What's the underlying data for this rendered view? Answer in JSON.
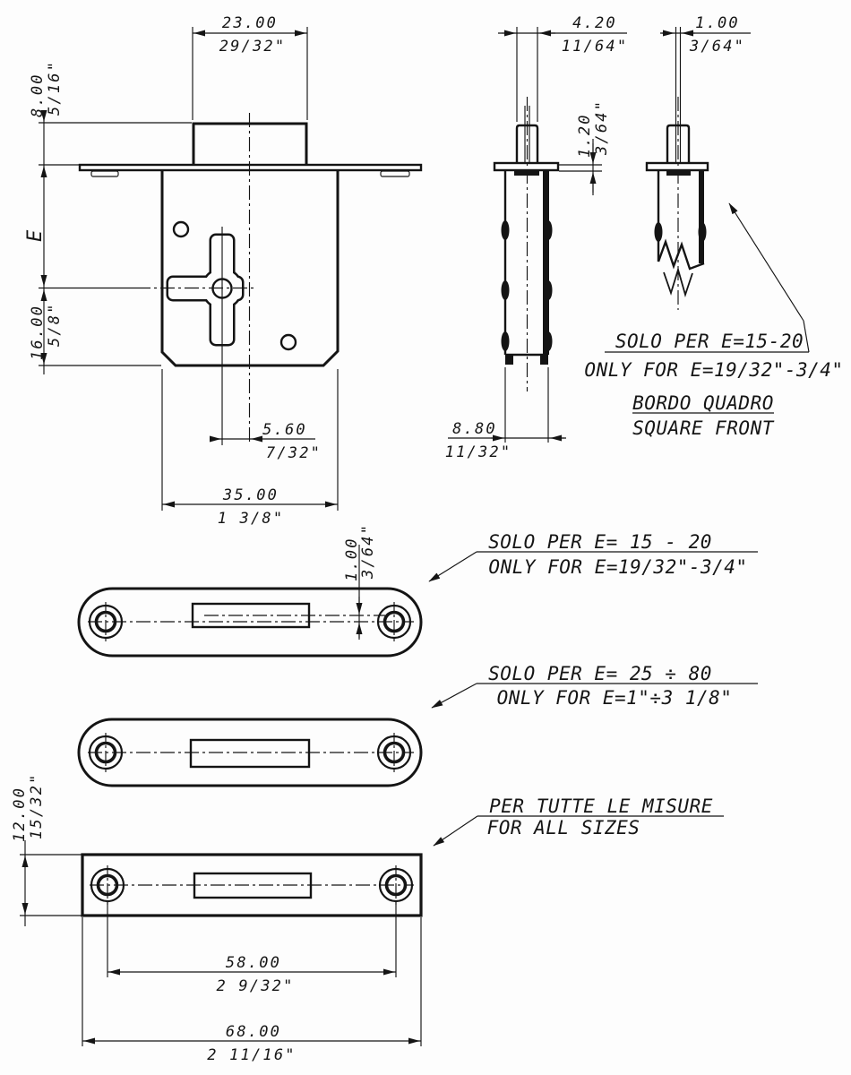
{
  "drawing": {
    "front_view": {
      "dim_stem_width": {
        "mm": "23.00",
        "in": "29/32\""
      },
      "dim_stem_height": {
        "mm": "8.00",
        "in": "5/16\""
      },
      "dim_backset": {
        "label": "E"
      },
      "dim_axis_to_base": {
        "mm": "16.00",
        "in": "5/8\""
      },
      "dim_key_offset": {
        "mm": "5.60",
        "in": "7/32\""
      },
      "dim_body_width": {
        "mm": "35.00",
        "in": "1 3/8\""
      }
    },
    "side_view": {
      "dim_shaft_width": {
        "mm": "4.20",
        "in": "11/64\""
      },
      "dim_flange_lip": {
        "mm": "1.20",
        "in": "3/64\""
      },
      "dim_body_depth": {
        "mm": "8.80",
        "in": "11/32\""
      }
    },
    "square_front_view": {
      "dim_slot_width": {
        "mm": "1.00",
        "in": "3/64\""
      },
      "note_line1": "SOLO PER E=15-20",
      "note_line2": "ONLY FOR E=19/32\"-3/4\"",
      "title_line1": "BORDO QUADRO",
      "title_line2": "SQUARE FRONT"
    },
    "strike_plate_offset": {
      "dim_slot_offset": {
        "mm": "1.00",
        "in": "3/64\""
      },
      "note_line1": "SOLO PER E= 15 - 20",
      "note_line2": "ONLY FOR E=19/32\"-3/4\""
    },
    "strike_plate_centered": {
      "note_line1": "SOLO PER E= 25 ÷ 80",
      "note_line2": "ONLY FOR E=1\"÷3 1/8\""
    },
    "strike_plate_rect": {
      "dim_height": {
        "mm": "12.00",
        "in": "15/32\""
      },
      "dim_hole_spacing": {
        "mm": "58.00",
        "in": "2 9/32\""
      },
      "dim_width": {
        "mm": "68.00",
        "in": "2 11/16\""
      },
      "note_line1": "PER TUTTE LE MISURE",
      "note_line2": "FOR ALL SIZES"
    }
  }
}
